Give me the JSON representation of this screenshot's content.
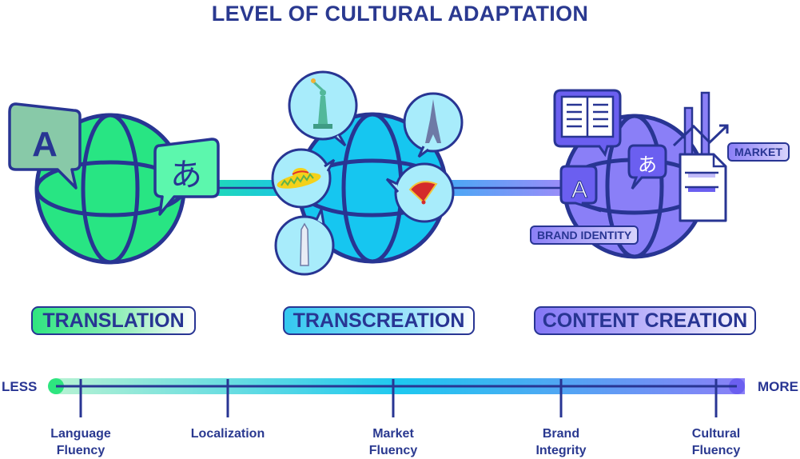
{
  "title": "LEVEL OF CULTURAL ADAPTATION",
  "stages": [
    {
      "label": "TRANSLATION",
      "icons": [
        "globe-icon",
        "speech-bubble-latin-a-icon",
        "speech-bubble-hiragana-a-icon"
      ],
      "bubble_text": [
        "A",
        "あ"
      ],
      "color": "#2ee57f"
    },
    {
      "label": "TRANSCREATION",
      "icons": [
        "globe-icon",
        "statue-of-liberty-icon",
        "eiffel-tower-icon",
        "sombrero-icon",
        "hand-fan-icon",
        "obelisk-icon"
      ],
      "color": "#1ec8f0"
    },
    {
      "label": "CONTENT CREATION",
      "icons": [
        "globe-icon",
        "open-book-icon",
        "speech-bubble-latin-a-icon",
        "speech-bubble-hiragana-a-icon",
        "bar-chart-icon",
        "document-icon"
      ],
      "bubble_text": [
        "A",
        "あ"
      ],
      "tags": [
        "MARKET",
        "BRAND IDENTITY"
      ],
      "color": "#8b7ff7"
    }
  ],
  "scale": {
    "less_label": "LESS",
    "more_label": "MORE",
    "ticks": [
      {
        "line1": "Language",
        "line2": "Fluency"
      },
      {
        "line1": "Localization",
        "line2": ""
      },
      {
        "line1": "Market",
        "line2": "Fluency"
      },
      {
        "line1": "Brand",
        "line2": "Integrity"
      },
      {
        "line1": "Cultural",
        "line2": "Fluency"
      }
    ]
  },
  "colors": {
    "outline": "#283593",
    "green": "#2ee57f",
    "cyan": "#1ec8f0",
    "purple": "#8b7ff7"
  }
}
